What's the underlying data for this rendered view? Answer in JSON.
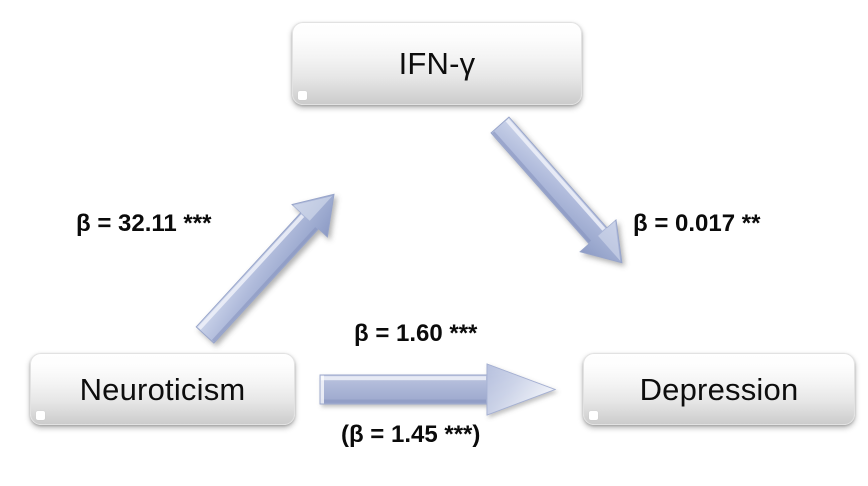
{
  "figure": {
    "type": "mediation-path-diagram",
    "background": "#ffffff",
    "accent_color": "#9eabd0",
    "node_text_color": "#0d0d0d"
  },
  "nodes": {
    "predictor": {
      "id": "neuroticism",
      "label": "Neuroticism"
    },
    "mediator": {
      "id": "ifn-gamma",
      "label": "IFN-γ"
    },
    "outcome": {
      "id": "depression",
      "label": "Depression"
    }
  },
  "paths": [
    {
      "id": "a-path",
      "from": "Neuroticism",
      "to": "IFN-γ",
      "label": "β = 32.11 ***",
      "coefficient": 32.11,
      "significance": "***",
      "direction": "up-right"
    },
    {
      "id": "b-path",
      "from": "IFN-γ",
      "to": "Depression",
      "label": "β = 0.017 **",
      "coefficient": 0.017,
      "significance": "**",
      "direction": "down-right"
    },
    {
      "id": "c-path-total",
      "from": "Neuroticism",
      "to": "Depression",
      "label": "β = 1.60 ***",
      "coefficient": 1.6,
      "significance": "***",
      "direction": "right"
    },
    {
      "id": "c-prime-path-direct",
      "from": "Neuroticism",
      "to": "Depression",
      "label": "(β = 1.45 ***)",
      "coefficient": 1.45,
      "significance": "***",
      "direction": "right"
    }
  ],
  "arrow_colors": {
    "body_light": "#c3ccE4",
    "body_mid": "#aab5d6",
    "body_dark": "#8c9ac4",
    "edge_highlight": "#e8ecf6",
    "edge_shadow": "#7e8cb8"
  }
}
